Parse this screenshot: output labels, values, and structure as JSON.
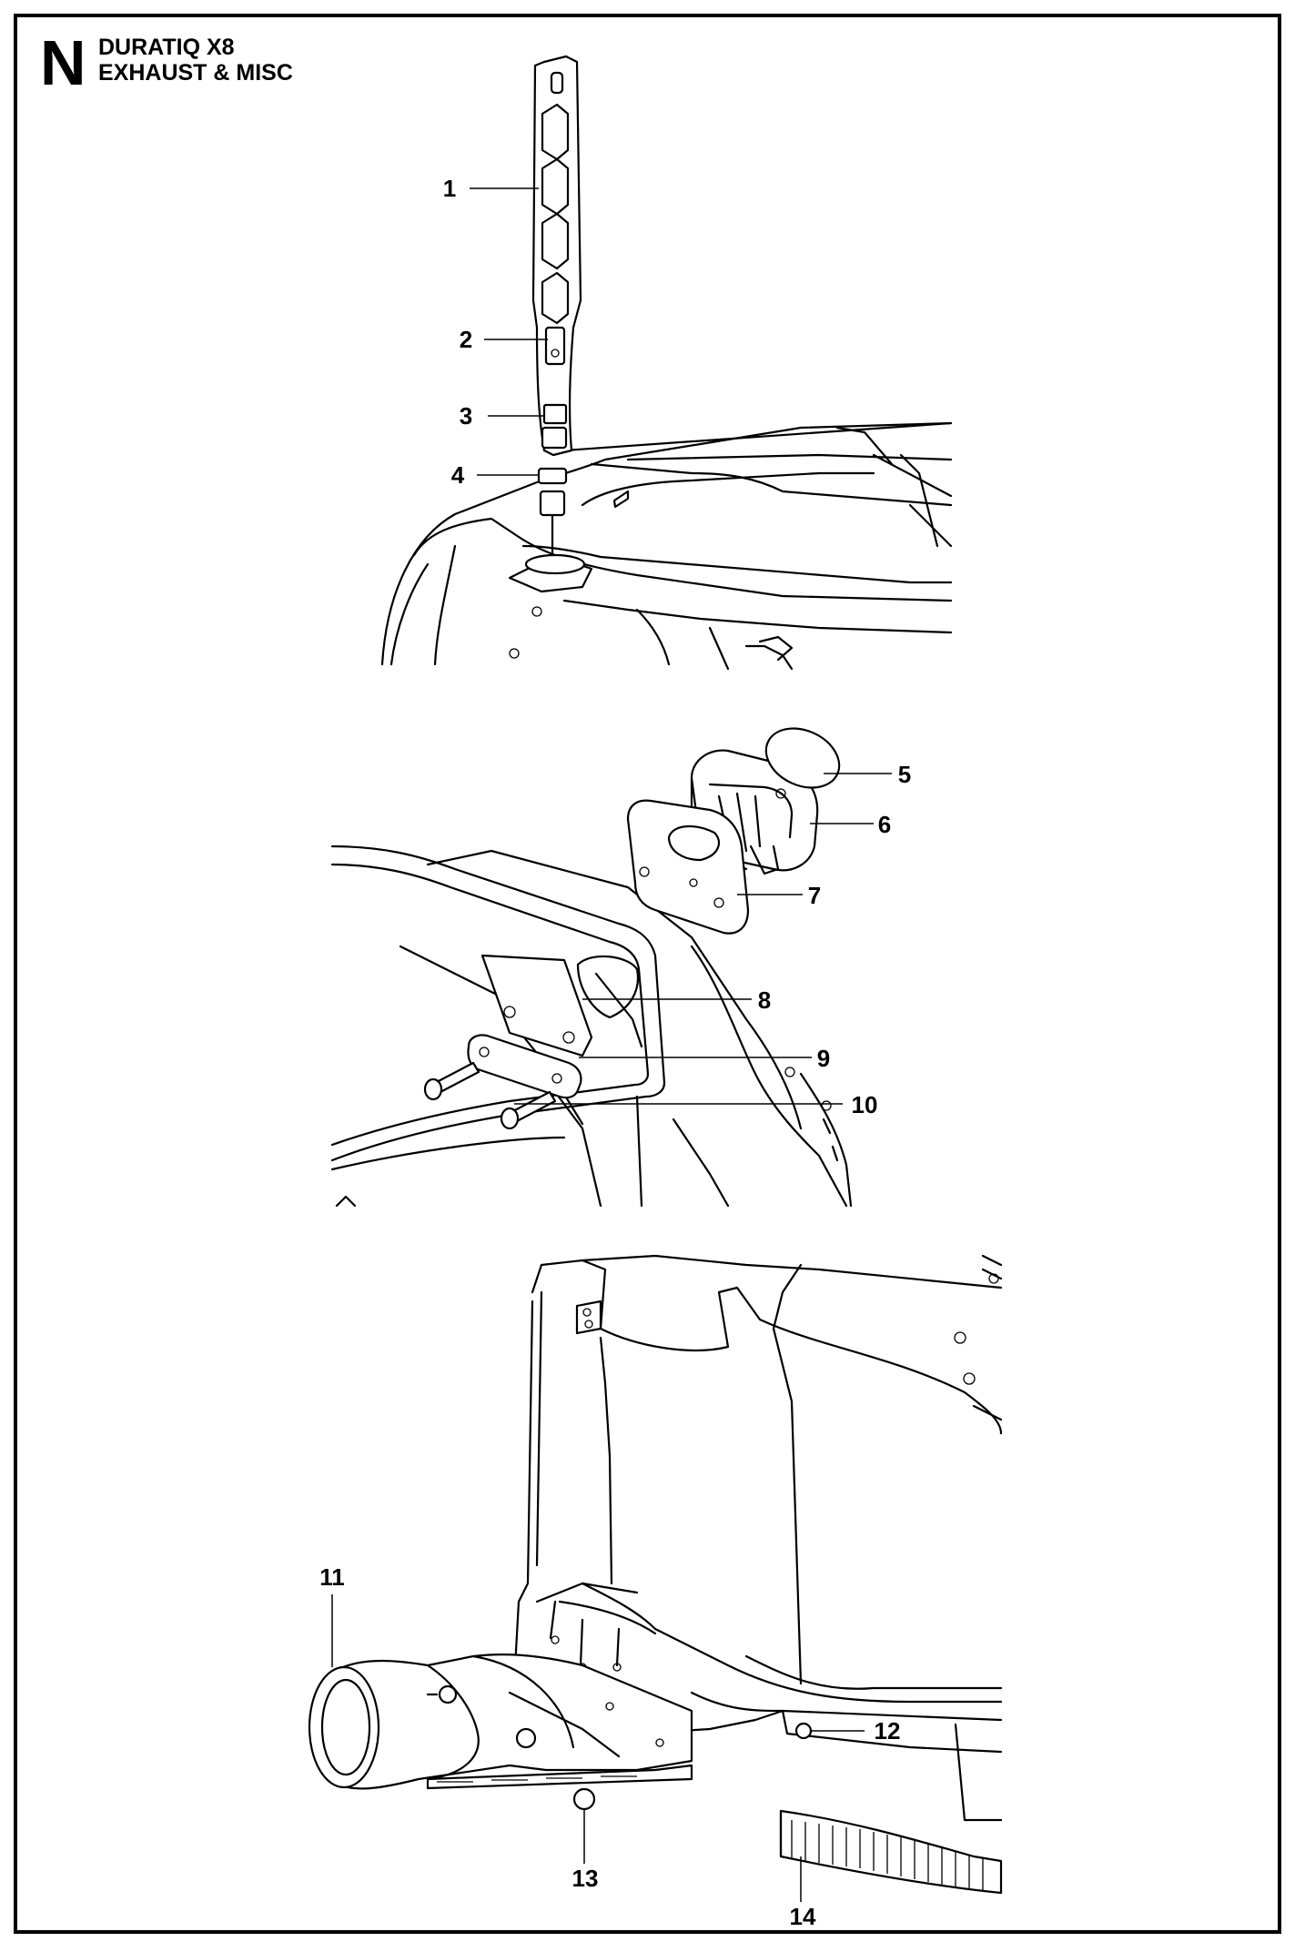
{
  "header": {
    "section_letter": "N",
    "model": "DURATIQ X8",
    "subtitle": "EXHAUST & MISC"
  },
  "callouts": {
    "c1": "1",
    "c2": "2",
    "c3": "3",
    "c4": "4",
    "c5": "5",
    "c6": "6",
    "c7": "7",
    "c8": "8",
    "c9": "9",
    "c10": "10",
    "c11": "11",
    "c12": "12",
    "c13": "13",
    "c14": "14"
  }
}
